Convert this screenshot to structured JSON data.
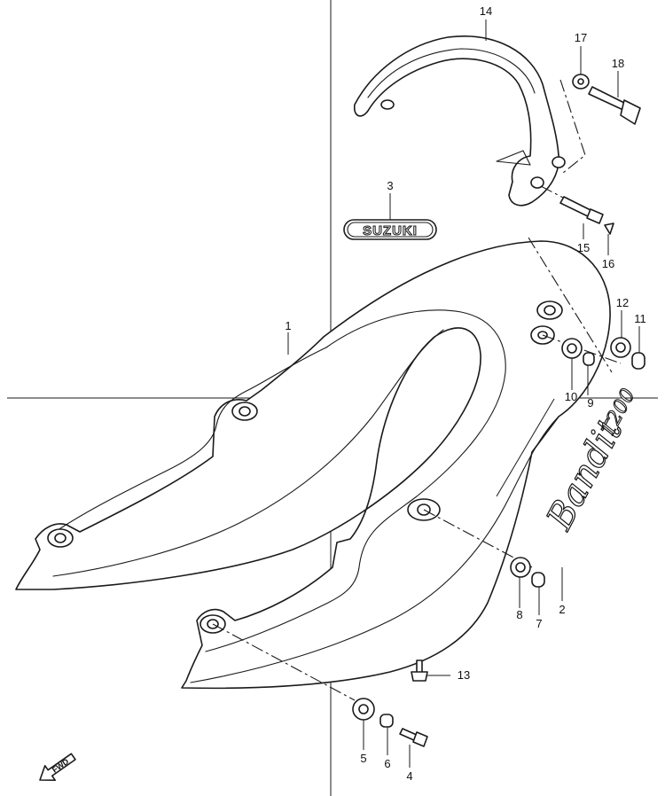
{
  "diagram": {
    "callouts": {
      "c1": "1",
      "c2": "2",
      "c3": "3",
      "c4": "4",
      "c5": "5",
      "c6": "6",
      "c7": "7",
      "c8": "8",
      "c9": "9",
      "c10": "10",
      "c11": "11",
      "c12": "12",
      "c13": "13",
      "c14": "14",
      "c15": "15",
      "c16": "16",
      "c17": "17",
      "c18": "18"
    },
    "emblem_text": "SUZUKI",
    "decal_script": "Bandit",
    "decal_number": "1200",
    "direction_label": "FWD",
    "colors": {
      "line": "#1a1a1a",
      "background": "#ffffff"
    }
  }
}
